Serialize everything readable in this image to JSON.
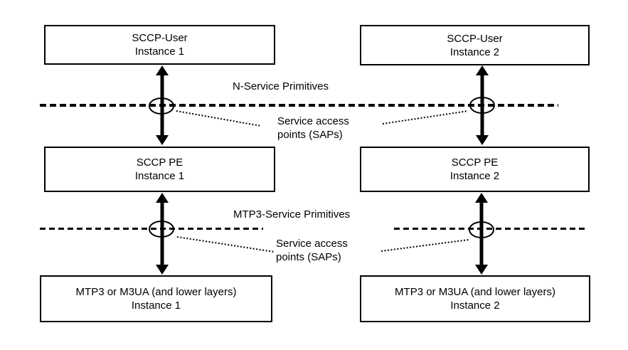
{
  "diagram": {
    "boxes": {
      "sccp_user_1": {
        "line1": "SCCP-User",
        "line2": "Instance 1"
      },
      "sccp_user_2": {
        "line1": "SCCP-User",
        "line2": "Instance 2"
      },
      "sccp_pe_1": {
        "line1": "SCCP PE",
        "line2": "Instance 1"
      },
      "sccp_pe_2": {
        "line1": "SCCP PE",
        "line2": "Instance 2"
      },
      "mtp3_1": {
        "line1": "MTP3 or M3UA (and lower layers)",
        "line2": "Instance 1"
      },
      "mtp3_2": {
        "line1": "MTP3 or M3UA (and lower layers)",
        "line2": "Instance 2"
      }
    },
    "labels": {
      "n_service_primitives": "N-Service Primitives",
      "mtp3_service_primitives": "MTP3-Service Primitives",
      "sap_top": {
        "line1": "Service access",
        "line2": "points (SAPs)"
      },
      "sap_bottom": {
        "line1": "Service access",
        "line2": "points (SAPs)"
      }
    },
    "colors": {
      "foreground": "#000000",
      "background": "#ffffff"
    }
  }
}
